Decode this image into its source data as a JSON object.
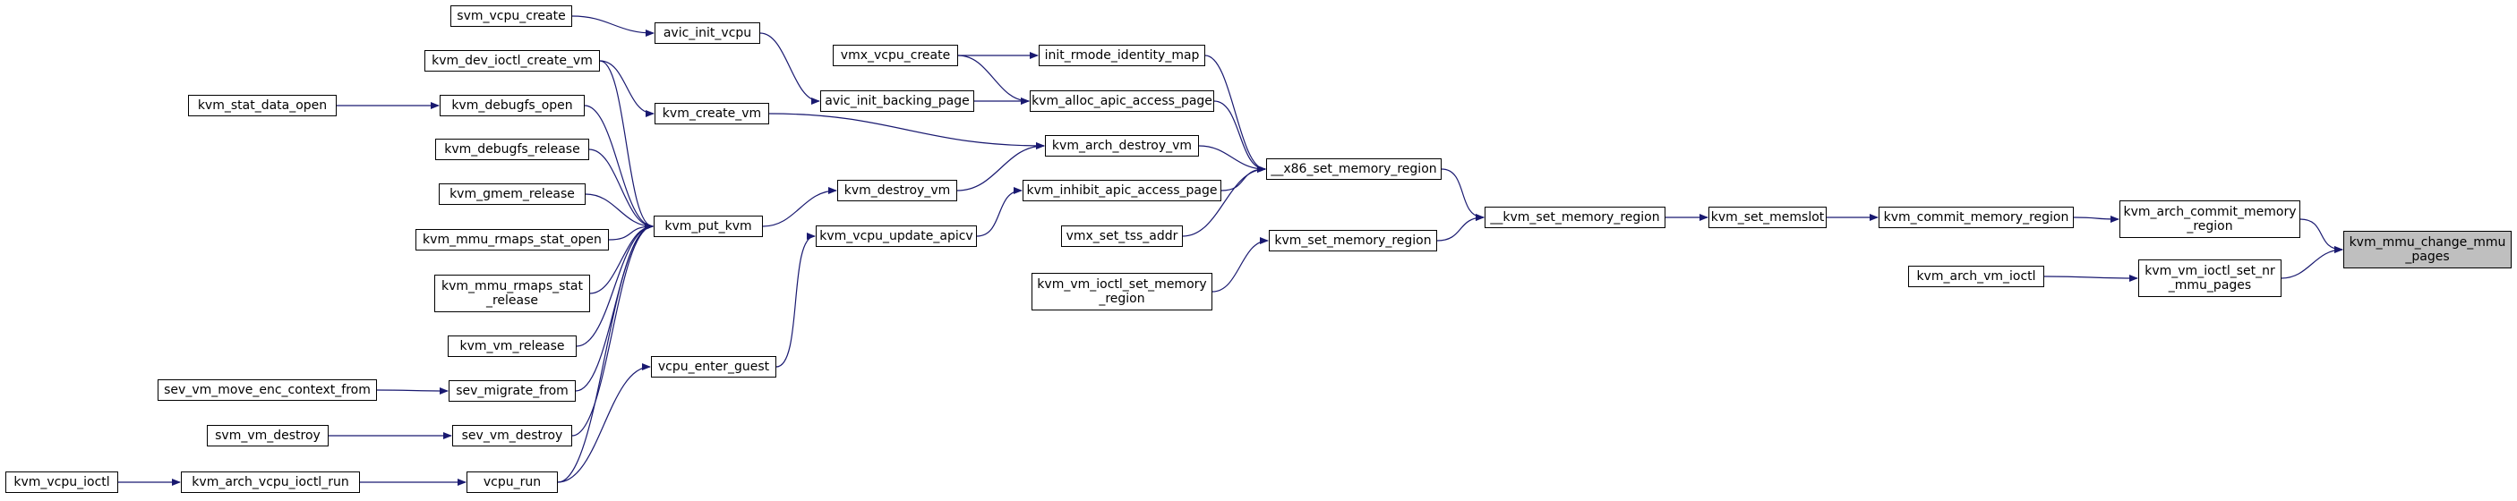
{
  "diagram": {
    "type": "call-graph",
    "edge_color": "#191970",
    "target_fill": "#bfbfbf",
    "nodes": [
      {
        "id": "svm_vcpu_create",
        "label": "svm_vcpu_create"
      },
      {
        "id": "avic_init_vcpu",
        "label": "avic_init_vcpu"
      },
      {
        "id": "kvm_dev_ioctl_create_vm",
        "label": "kvm_dev_ioctl_create_vm"
      },
      {
        "id": "kvm_stat_data_open",
        "label": "kvm_stat_data_open"
      },
      {
        "id": "kvm_debugfs_open",
        "label": "kvm_debugfs_open"
      },
      {
        "id": "kvm_debugfs_release",
        "label": "kvm_debugfs_release"
      },
      {
        "id": "kvm_gmem_release",
        "label": "kvm_gmem_release"
      },
      {
        "id": "kvm_mmu_rmaps_stat_open",
        "label": "kvm_mmu_rmaps_stat_open"
      },
      {
        "id": "kvm_mmu_rmaps_stat_release",
        "label": "kvm_mmu_rmaps_stat\n_release"
      },
      {
        "id": "kvm_vm_release",
        "label": "kvm_vm_release"
      },
      {
        "id": "sev_vm_move_enc_context_from",
        "label": "sev_vm_move_enc_context_from"
      },
      {
        "id": "sev_migrate_from",
        "label": "sev_migrate_from"
      },
      {
        "id": "svm_vm_destroy",
        "label": "svm_vm_destroy"
      },
      {
        "id": "sev_vm_destroy",
        "label": "sev_vm_destroy"
      },
      {
        "id": "kvm_vcpu_ioctl",
        "label": "kvm_vcpu_ioctl"
      },
      {
        "id": "kvm_arch_vcpu_ioctl_run",
        "label": "kvm_arch_vcpu_ioctl_run"
      },
      {
        "id": "vcpu_run",
        "label": "vcpu_run"
      },
      {
        "id": "kvm_create_vm",
        "label": "kvm_create_vm"
      },
      {
        "id": "kvm_put_kvm",
        "label": "kvm_put_kvm"
      },
      {
        "id": "vcpu_enter_guest",
        "label": "vcpu_enter_guest"
      },
      {
        "id": "vmx_vcpu_create",
        "label": "vmx_vcpu_create"
      },
      {
        "id": "avic_init_backing_page",
        "label": "avic_init_backing_page"
      },
      {
        "id": "kvm_destroy_vm",
        "label": "kvm_destroy_vm"
      },
      {
        "id": "kvm_vcpu_update_apicv",
        "label": "kvm_vcpu_update_apicv"
      },
      {
        "id": "init_rmode_identity_map",
        "label": "init_rmode_identity_map"
      },
      {
        "id": "kvm_alloc_apic_access_page",
        "label": "kvm_alloc_apic_access_page"
      },
      {
        "id": "kvm_arch_destroy_vm",
        "label": "kvm_arch_destroy_vm"
      },
      {
        "id": "kvm_inhibit_apic_access_page",
        "label": "kvm_inhibit_apic_access_page"
      },
      {
        "id": "vmx_set_tss_addr",
        "label": "vmx_set_tss_addr"
      },
      {
        "id": "kvm_vm_ioctl_set_memory_region",
        "label": "kvm_vm_ioctl_set_memory\n_region"
      },
      {
        "id": "x86_set_memory_region",
        "label": "__x86_set_memory_region"
      },
      {
        "id": "kvm_set_memory_region",
        "label": "kvm_set_memory_region"
      },
      {
        "id": "kvm_set_memory_region_internal",
        "label": "__kvm_set_memory_region"
      },
      {
        "id": "kvm_set_memslot",
        "label": "kvm_set_memslot"
      },
      {
        "id": "kvm_commit_memory_region",
        "label": "kvm_commit_memory_region"
      },
      {
        "id": "kvm_arch_commit_memory_region",
        "label": "kvm_arch_commit_memory\n_region"
      },
      {
        "id": "kvm_arch_vm_ioctl",
        "label": "kvm_arch_vm_ioctl"
      },
      {
        "id": "kvm_vm_ioctl_set_nr_mmu_pages",
        "label": "kvm_vm_ioctl_set_nr\n_mmu_pages"
      },
      {
        "id": "kvm_mmu_change_mmu_pages",
        "label": "kvm_mmu_change_mmu\n_pages",
        "highlighted": true
      }
    ],
    "edges": [
      [
        "svm_vcpu_create",
        "avic_init_vcpu"
      ],
      [
        "avic_init_vcpu",
        "avic_init_backing_page"
      ],
      [
        "vmx_vcpu_create",
        "init_rmode_identity_map"
      ],
      [
        "vmx_vcpu_create",
        "kvm_alloc_apic_access_page"
      ],
      [
        "avic_init_backing_page",
        "kvm_alloc_apic_access_page"
      ],
      [
        "kvm_dev_ioctl_create_vm",
        "kvm_create_vm"
      ],
      [
        "kvm_dev_ioctl_create_vm",
        "kvm_put_kvm"
      ],
      [
        "kvm_stat_data_open",
        "kvm_debugfs_open"
      ],
      [
        "kvm_debugfs_open",
        "kvm_put_kvm"
      ],
      [
        "kvm_debugfs_release",
        "kvm_put_kvm"
      ],
      [
        "kvm_gmem_release",
        "kvm_put_kvm"
      ],
      [
        "kvm_mmu_rmaps_stat_open",
        "kvm_put_kvm"
      ],
      [
        "kvm_mmu_rmaps_stat_release",
        "kvm_put_kvm"
      ],
      [
        "kvm_vm_release",
        "kvm_put_kvm"
      ],
      [
        "sev_vm_move_enc_context_from",
        "sev_migrate_from"
      ],
      [
        "sev_migrate_from",
        "kvm_put_kvm"
      ],
      [
        "svm_vm_destroy",
        "sev_vm_destroy"
      ],
      [
        "sev_vm_destroy",
        "kvm_put_kvm"
      ],
      [
        "kvm_vcpu_ioctl",
        "kvm_arch_vcpu_ioctl_run"
      ],
      [
        "kvm_arch_vcpu_ioctl_run",
        "vcpu_run"
      ],
      [
        "vcpu_run",
        "vcpu_enter_guest"
      ],
      [
        "vcpu_run",
        "kvm_put_kvm"
      ],
      [
        "kvm_put_kvm",
        "kvm_destroy_vm"
      ],
      [
        "kvm_create_vm",
        "kvm_arch_destroy_vm"
      ],
      [
        "kvm_destroy_vm",
        "kvm_arch_destroy_vm"
      ],
      [
        "vcpu_enter_guest",
        "kvm_vcpu_update_apicv"
      ],
      [
        "kvm_vcpu_update_apicv",
        "kvm_inhibit_apic_access_page"
      ],
      [
        "init_rmode_identity_map",
        "x86_set_memory_region"
      ],
      [
        "kvm_alloc_apic_access_page",
        "x86_set_memory_region"
      ],
      [
        "kvm_arch_destroy_vm",
        "x86_set_memory_region"
      ],
      [
        "kvm_inhibit_apic_access_page",
        "x86_set_memory_region"
      ],
      [
        "vmx_set_tss_addr",
        "x86_set_memory_region"
      ],
      [
        "kvm_vm_ioctl_set_memory_region",
        "kvm_set_memory_region"
      ],
      [
        "x86_set_memory_region",
        "kvm_set_memory_region_internal"
      ],
      [
        "kvm_set_memory_region",
        "kvm_set_memory_region_internal"
      ],
      [
        "kvm_set_memory_region_internal",
        "kvm_set_memslot"
      ],
      [
        "kvm_set_memslot",
        "kvm_commit_memory_region"
      ],
      [
        "kvm_commit_memory_region",
        "kvm_arch_commit_memory_region"
      ],
      [
        "kvm_arch_commit_memory_region",
        "kvm_mmu_change_mmu_pages"
      ],
      [
        "kvm_arch_vm_ioctl",
        "kvm_vm_ioctl_set_nr_mmu_pages"
      ],
      [
        "kvm_vm_ioctl_set_nr_mmu_pages",
        "kvm_mmu_change_mmu_pages"
      ]
    ]
  }
}
